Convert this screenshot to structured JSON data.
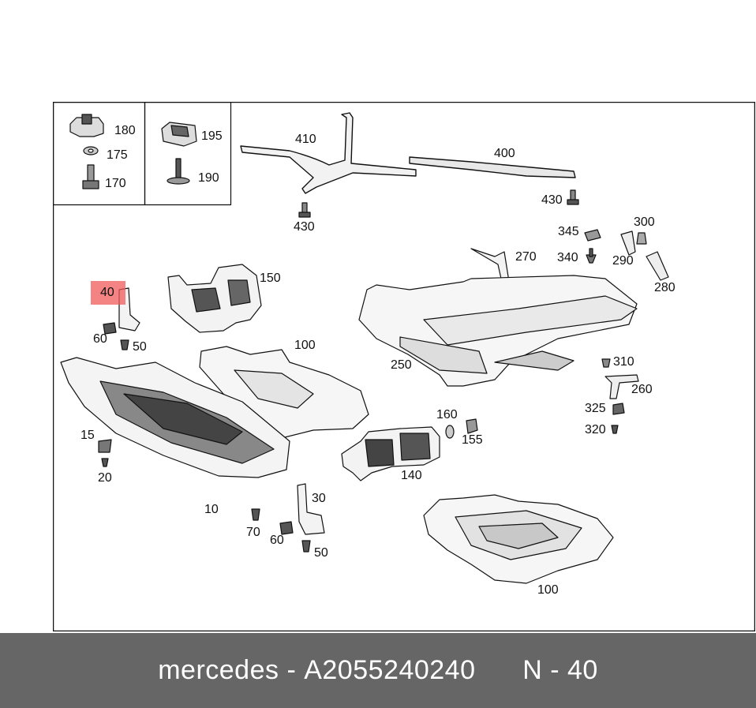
{
  "callouts": {
    "c180": "180",
    "c175": "175",
    "c170": "170",
    "c195": "195",
    "c190": "190",
    "c410": "410",
    "c400": "400",
    "c430a": "430",
    "c430b": "430",
    "c345": "345",
    "c300": "300",
    "c340": "340",
    "c290": "290",
    "c270": "270",
    "c280": "280",
    "c40": "40",
    "c60a": "60",
    "c50a": "50",
    "c150": "150",
    "c100a": "100",
    "c250": "250",
    "c310": "310",
    "c260": "260",
    "c325": "325",
    "c320": "320",
    "c160": "160",
    "c155": "155",
    "c140": "140",
    "c15": "15",
    "c20": "20",
    "c10": "10",
    "c30": "30",
    "c70": "70",
    "c60b": "60",
    "c50b": "50",
    "c100b": "100"
  },
  "footer": {
    "brand": "mercedes",
    "separator1": " - ",
    "part_number": "A2055240240",
    "gap": "      ",
    "position_label": "N - 40"
  },
  "colors": {
    "highlight": "#f05a5a",
    "footer_bg": "#666666",
    "line": "#111111"
  }
}
